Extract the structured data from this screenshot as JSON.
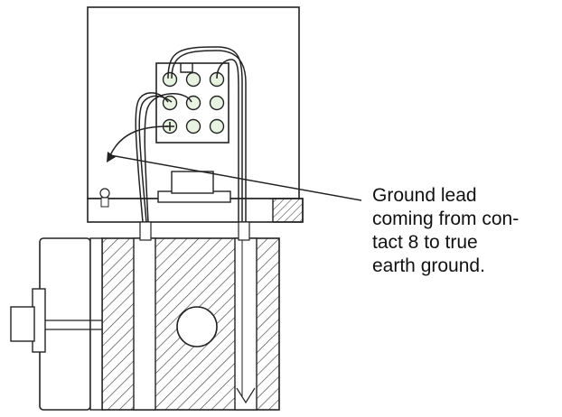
{
  "callout": {
    "lines": [
      "Ground lead",
      "coming from con-",
      "tact 8 to true",
      "earth ground."
    ]
  },
  "colors": {
    "ink": "#222222",
    "hatch": "#333333",
    "pin_fill": "#e9f3e1",
    "background": "#ffffff"
  },
  "icons": {
    "ground_contact_marker": "crossed-circle"
  }
}
